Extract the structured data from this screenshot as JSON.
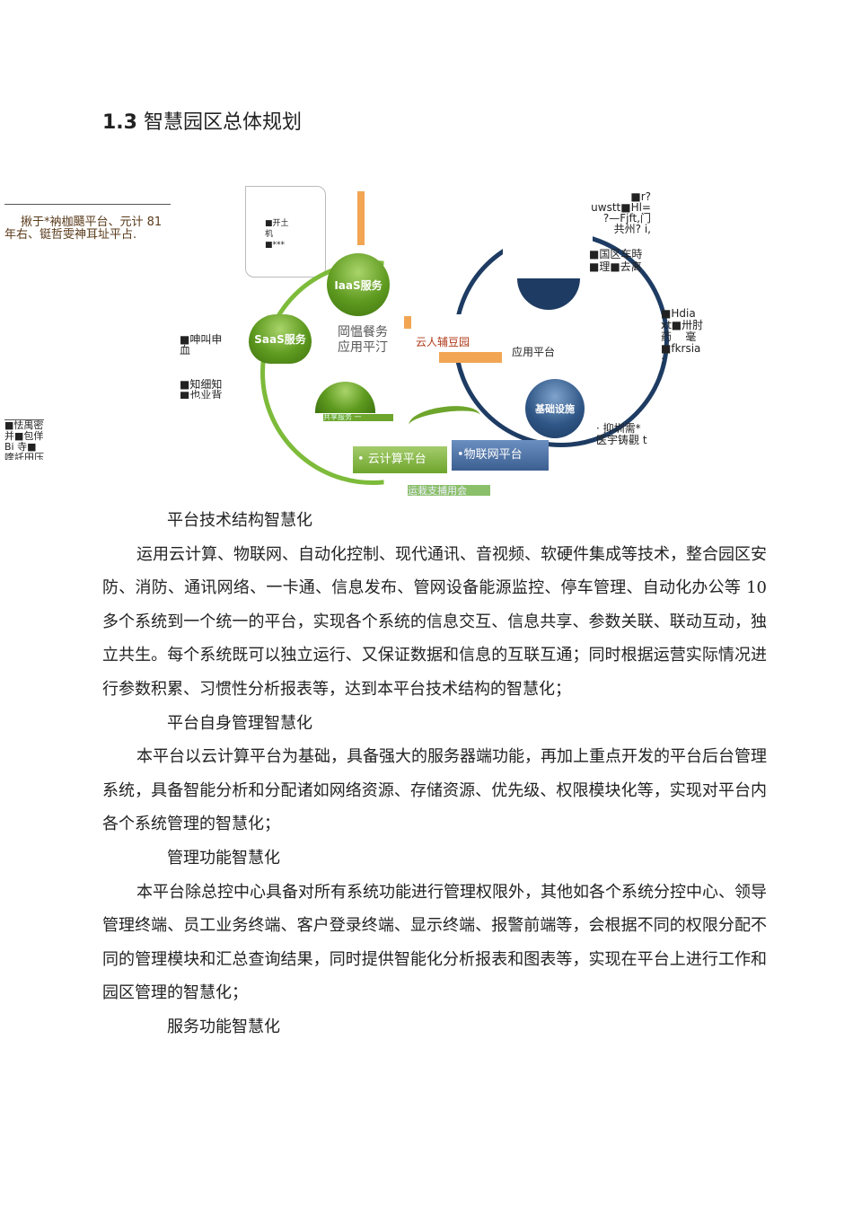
{
  "section_title": {
    "number": "1.3",
    "text": "智慧园区总体规划"
  },
  "diagram": {
    "left_note": [
      "揪于*衲枷颾平台、元计 81",
      "年右、铤哲雯神耳址平占."
    ],
    "left_box": [
      "■怯禺密",
      "并■包佯",
      "Bi 寺■",
      "喹託田压"
    ],
    "mid_labels_1": [
      "■呻叫申",
      "血"
    ],
    "mid_labels_2": [
      "■知细知",
      "■也业背"
    ],
    "top_box": [
      "■开土",
      "机",
      "■***"
    ],
    "iaas": "IaaS服务",
    "saas": "SaaS服务",
    "paas": [
      "岡愠餐务",
      "应用平汀"
    ],
    "green_bar": "共享服务 一",
    "cloud_label": "云人辅豆园",
    "app_label": "应用平台",
    "infra": "基础设施",
    "cloud_platform": "• 云计算平台",
    "iot_platform": "•物联网平台",
    "bottom_caption": "运栽支捕用会",
    "right_top": [
      "■r?",
      "uwstt■Hl=",
      "?—Fjft,门",
      "共州? i,"
    ],
    "right_mid": [
      "■国区车時",
      "■理■去离"
    ],
    "right_side": [
      "■Hdia",
      "xt■卅肘",
      "药    毫",
      "■fkrsia",
      ":"
    ],
    "right_bottom": [
      "· 抑圳需*",
      "医宇铸觀 t"
    ]
  },
  "content": [
    {
      "type": "heading",
      "text": "平台技术结构智慧化"
    },
    {
      "type": "para",
      "text": "运用云计算、物联网、自动化控制、现代通讯、音视频、软硬件集成等技术，整合园区安防、消防、通讯网络、一卡通、信息发布、管网设备能源监控、停车管理、自动化办公等 10 多个系统到一个统一的平台，实现各个系统的信息交互、信息共享、参数关联、联动互动，独立共生。每个系统既可以独立运行、又保证数据和信息的互联互通；同时根据运营实际情况进行参数积累、习惯性分析报表等，达到本平台技术结构的智慧化；"
    },
    {
      "type": "heading",
      "text": "平台自身管理智慧化"
    },
    {
      "type": "para",
      "text": "本平台以云计算平台为基础，具备强大的服务器端功能，再加上重点开发的平台后台管理系统，具备智能分析和分配诸如网络资源、存储资源、优先级、权限模块化等，实现对平台内各个系统管理的智慧化；"
    },
    {
      "type": "heading",
      "text": "管理功能智慧化"
    },
    {
      "type": "para",
      "text": "本平台除总控中心具备对所有系统功能进行管理权限外，其他如各个系统分控中心、领导管理终端、员工业务终端、客户登录终端、显示终端、报警前端等，会根据不同的权限分配不同的管理模块和汇总查询结果，同时提供智能化分析报表和图表等，实现在平台上进行工作和园区管理的智慧化；"
    },
    {
      "type": "heading",
      "text": "服务功能智慧化"
    }
  ]
}
